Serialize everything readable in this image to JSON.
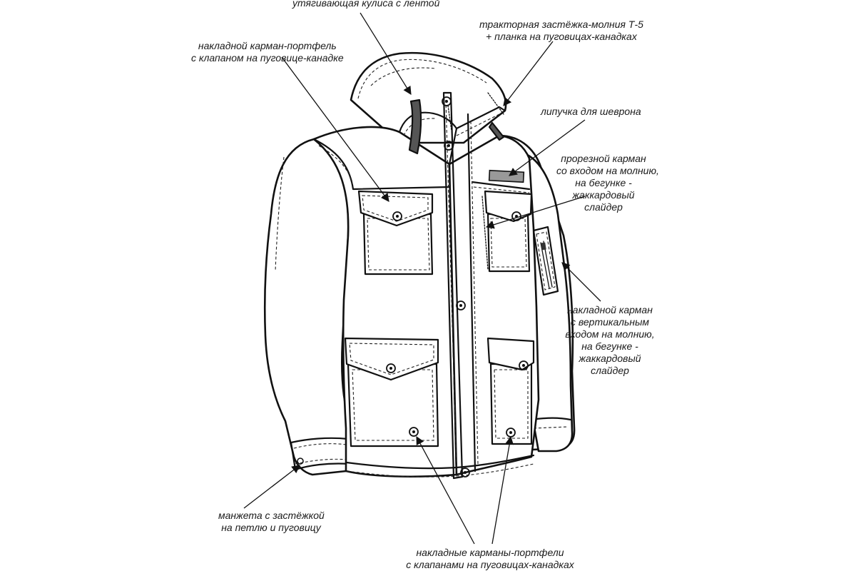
{
  "callouts": {
    "drawstring": "утягивающая кулиса с лентой",
    "zipper": [
      "тракторная застёжка-молния Т-5",
      "+ планка на пуговицах-канадках"
    ],
    "chest_pocket": [
      "накладной карман-портфель",
      "с клапаном на пуговице-канадке"
    ],
    "velcro": "липучка для шеврона",
    "slit_pocket": [
      "прорезной карман",
      "со входом на молнию,",
      "на бегунке -",
      "жаккардовый",
      "слайдер"
    ],
    "sleeve_pocket": [
      "накладной карман",
      "с вертикальным",
      "входом на молнию,",
      "на бегунке -",
      "жаккардовый",
      "слайдер"
    ],
    "cuff": [
      "манжета с застёжкой",
      "на петлю и пуговицу"
    ],
    "bottom_pockets": [
      "накладные карманы-портфели",
      "с клапанами на пуговицах-канадках"
    ]
  }
}
